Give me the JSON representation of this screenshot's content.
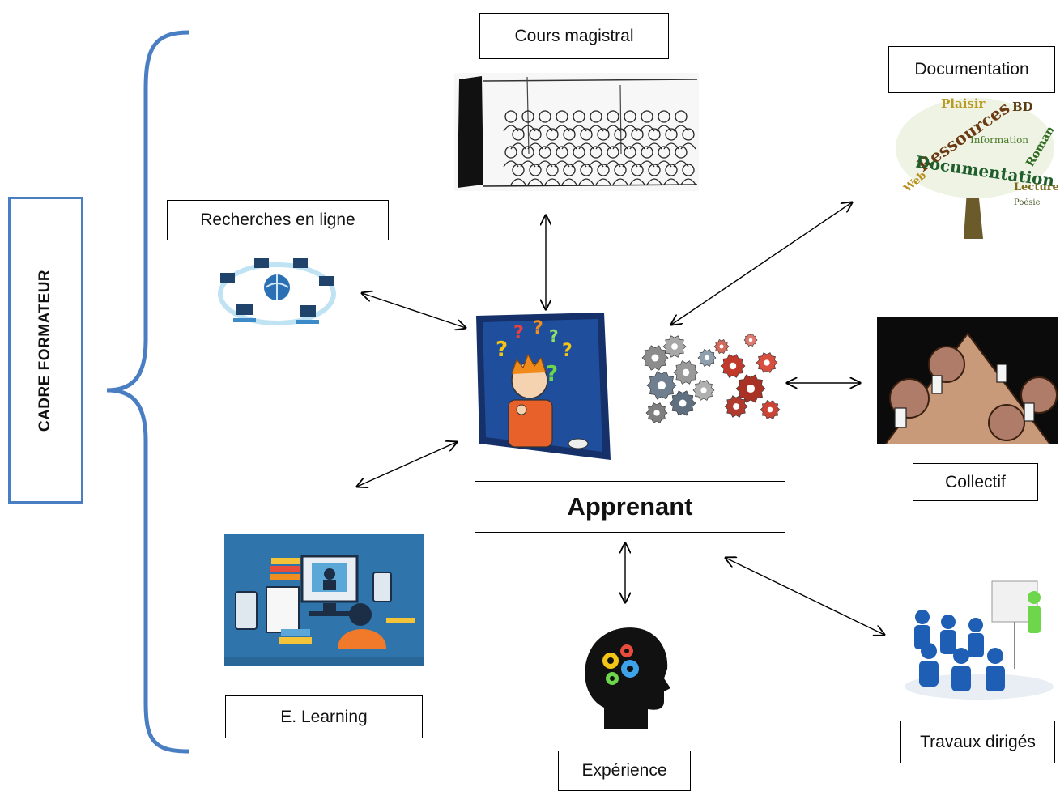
{
  "frame_label": "CADRE  FORMATEUR",
  "center_label": "Apprenant",
  "nodes": {
    "cours": "Cours magistral",
    "documentation": "Documentation",
    "recherches": "Recherches en  ligne",
    "collectif": "Collectif",
    "elearning": "E. Learning",
    "experience": "Expérience",
    "travaux": "Travaux dirigés"
  },
  "doc_cloud_words": [
    "Plaisir",
    "BD",
    "Ressources",
    "Roman",
    "Documentation",
    "Lecture",
    "Web",
    "Information",
    "Poésie"
  ],
  "colors": {
    "brace": "#4a7ec3",
    "arrow": "#000000"
  }
}
